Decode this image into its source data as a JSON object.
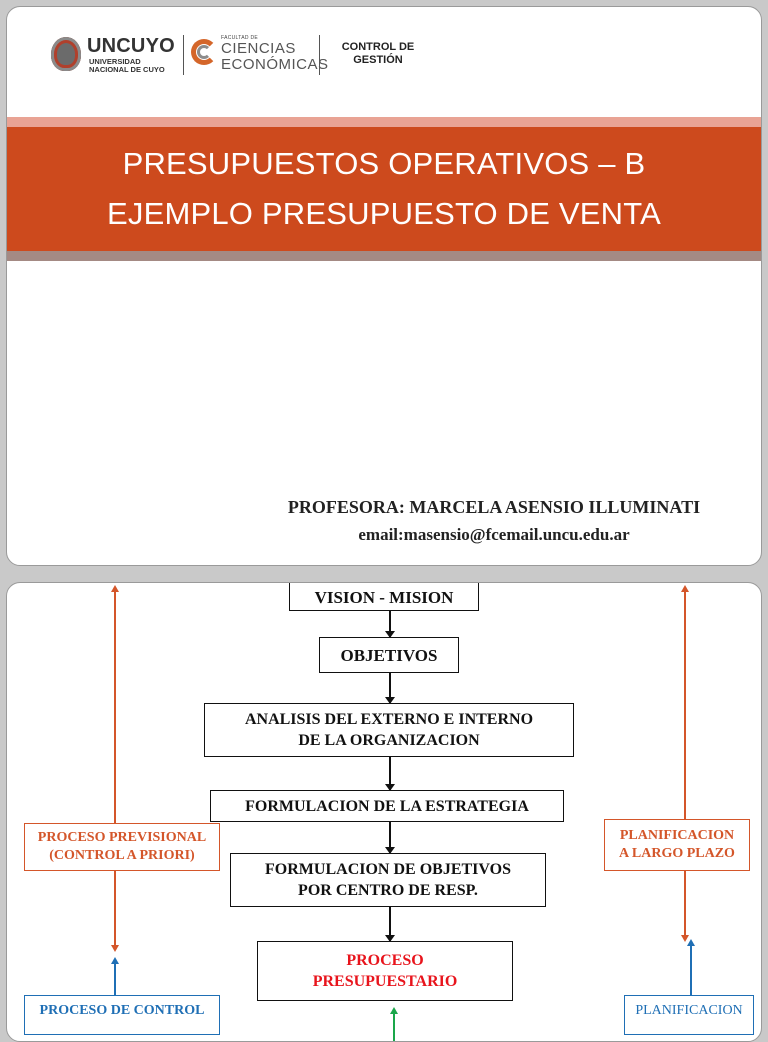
{
  "slide1": {
    "logo": {
      "uncuyo": "UNCUYO",
      "uncuyo_sub_1": "UNIVERSIDAD",
      "uncuyo_sub_2": "NACIONAL DE CUYO",
      "fce_small": "FACULTAD DE",
      "fce_line1": "CIENCIAS",
      "fce_line2": "ECONÓMICAS"
    },
    "course_line1": "CONTROL DE",
    "course_line2": "GESTIÓN",
    "title_line1": "PRESUPUESTOS OPERATIVOS – B",
    "title_line2": "EJEMPLO PRESUPUESTO DE VENTA",
    "professor": "PROFESORA: MARCELA ASENSIO ILLUMINATI",
    "email": "email:masensio@fcemail.uncu.edu.ar",
    "colors": {
      "title_band": "#cd4a1d",
      "band_top": "#e9a394",
      "band_bottom": "#a48a84"
    }
  },
  "slide2": {
    "boxes": {
      "vision": "VISION - MISION",
      "objetivos": "OBJETIVOS",
      "analisis_1": "ANALISIS DEL EXTERNO E INTERNO",
      "analisis_2": "DE LA ORGANIZACION",
      "estrategia": "FORMULACION DE LA ESTRATEGIA",
      "objetivos_cr_1": "FORMULACION DE OBJETIVOS",
      "objetivos_cr_2": "POR CENTRO DE RESP.",
      "proceso_1": "PROCESO",
      "proceso_2": "PRESUPUESTARIO"
    },
    "left_top_1": "PROCESO PREVISIONAL",
    "left_top_2": "(CONTROL A PRIORI)",
    "left_bottom": "PROCESO DE CONTROL",
    "right_top_1": "PLANIFICACION",
    "right_top_2": "A LARGO PLAZO",
    "right_bottom": "PLANIFICACION",
    "colors": {
      "orange": "#d4562a",
      "blue": "#1f6fb5",
      "red_text": "#e8141c",
      "green": "#1aa64a"
    }
  }
}
